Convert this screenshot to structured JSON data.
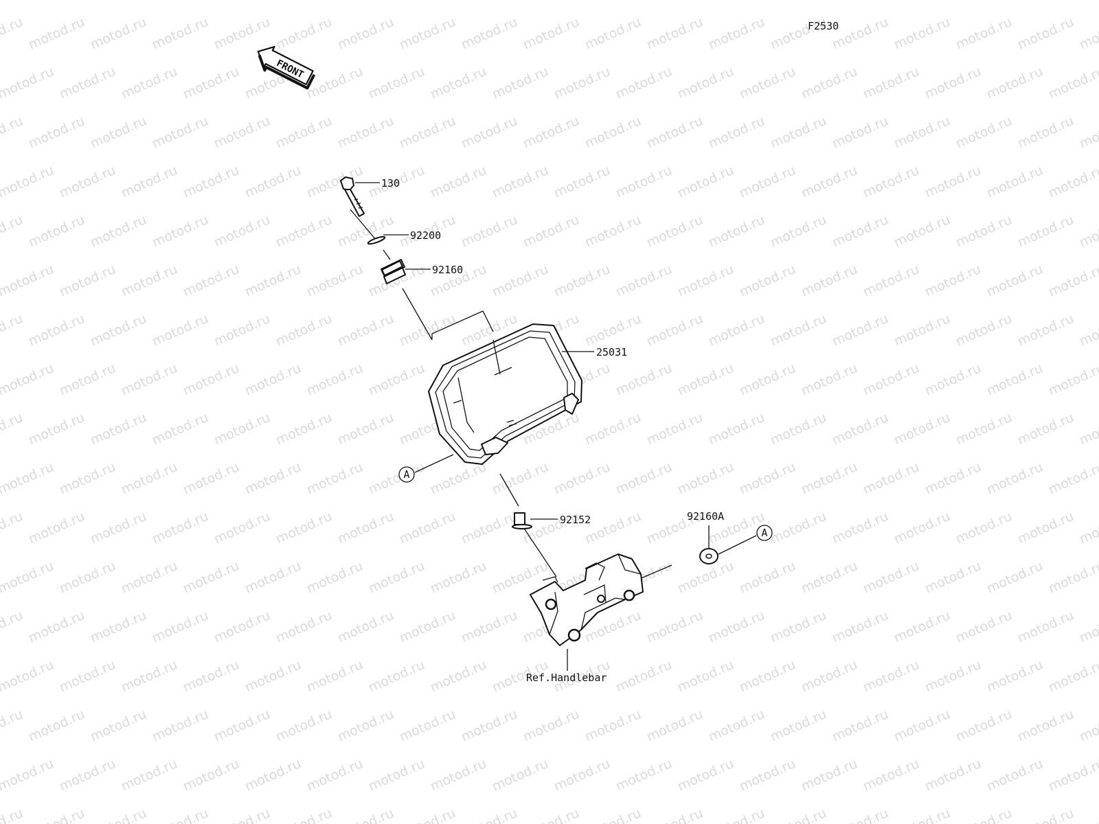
{
  "diagram_code": "F2530",
  "front_arrow_label": "FRONT",
  "watermark_text": "motod.ru",
  "ref_marker": "A",
  "callouts": {
    "bolt": "130",
    "washer": "92200",
    "grommet": "92160",
    "meter": "25031",
    "collar": "92152",
    "damper": "92160A",
    "bracket": "Ref.Handlebar"
  }
}
